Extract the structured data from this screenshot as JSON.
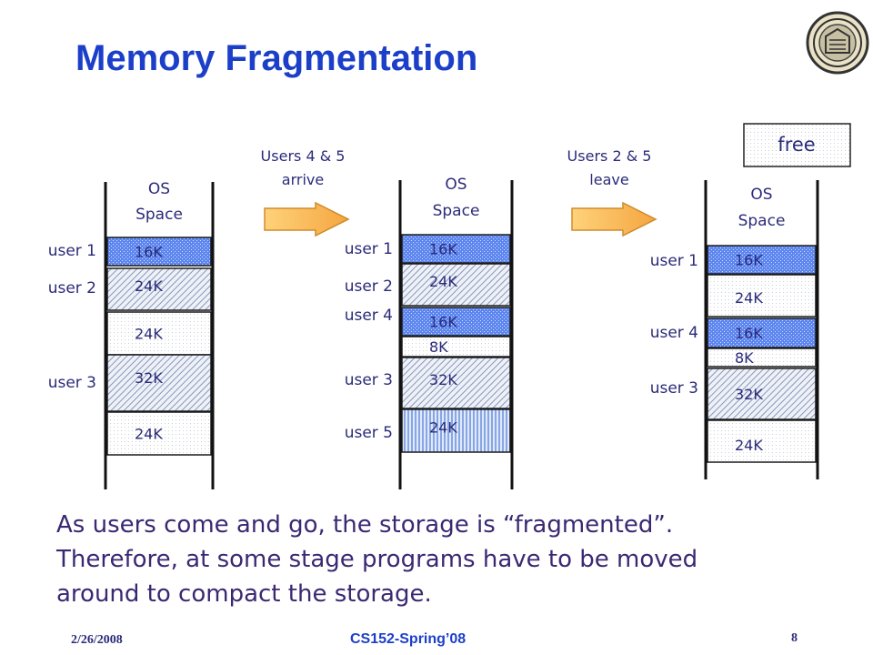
{
  "slide": {
    "title": "Memory Fragmentation",
    "legend_label": "free",
    "transitions": [
      "Users 4 & 5 arrive",
      "Users 2 & 5 leave"
    ],
    "transition_lines": [
      [
        "Users 4 & 5",
        "arrive"
      ],
      [
        "Users 2 & 5",
        "leave"
      ]
    ],
    "body_lines": [
      "As users come and go, the storage is “fragmented”.",
      "Therefore, at some stage programs have to be moved",
      "around to compact the storage."
    ],
    "footer": {
      "date": "2/26/2008",
      "course": "CS152-Spring’08",
      "page": "8"
    }
  },
  "columns": [
    {
      "header": [
        "OS",
        "Space"
      ],
      "blocks": [
        {
          "size": "16K",
          "user": "user 1",
          "fill": "dots"
        },
        {
          "size": "24K",
          "user": "user 2",
          "fill": "hatch"
        },
        {
          "size": "24K",
          "user": "",
          "fill": "free"
        },
        {
          "size": "32K",
          "user": "user 3",
          "fill": "hatch"
        },
        {
          "size": "24K",
          "user": "",
          "fill": "free"
        }
      ]
    },
    {
      "header": [
        "OS",
        "Space"
      ],
      "blocks": [
        {
          "size": "16K",
          "user": "user 1",
          "fill": "dots"
        },
        {
          "size": "24K",
          "user": "user 2",
          "fill": "hatch"
        },
        {
          "size": "16K",
          "user": "user 4",
          "fill": "dots"
        },
        {
          "size": "8K",
          "user": "",
          "fill": "free"
        },
        {
          "size": "32K",
          "user": "user 3",
          "fill": "hatch"
        },
        {
          "size": "24K",
          "user": "user 5",
          "fill": "vstripe"
        }
      ]
    },
    {
      "header": [
        "OS",
        "Space"
      ],
      "blocks": [
        {
          "size": "16K",
          "user": "user 1",
          "fill": "dots"
        },
        {
          "size": "24K",
          "user": "",
          "fill": "free"
        },
        {
          "size": "16K",
          "user": "user 4",
          "fill": "dots"
        },
        {
          "size": "8K",
          "user": "",
          "fill": "free"
        },
        {
          "size": "32K",
          "user": "user 3",
          "fill": "hatch"
        },
        {
          "size": "24K",
          "user": "",
          "fill": "free"
        }
      ]
    }
  ]
}
